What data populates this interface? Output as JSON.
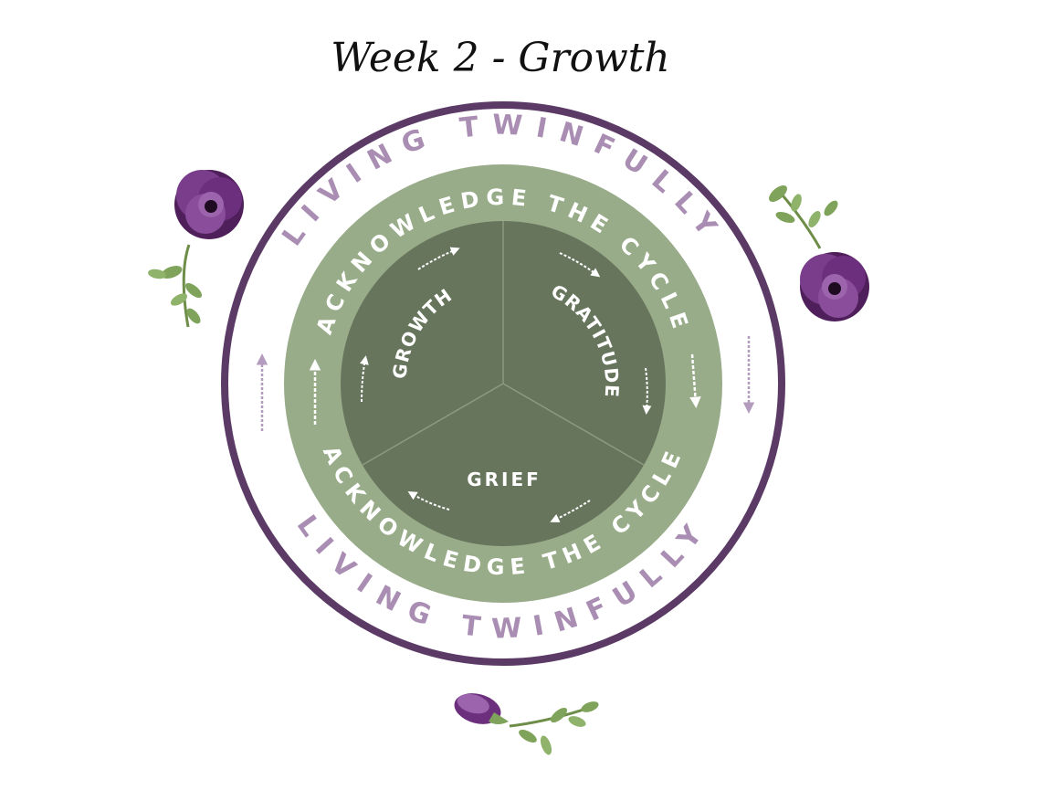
{
  "title": "Week 2 - Growth",
  "outer_ring": {
    "top_label": "LIVING TWINFULLY",
    "bottom_label": "LIVING TWINFULLY"
  },
  "middle_ring": {
    "top_label": "ACKNOWLEDGE THE CYCLE",
    "bottom_label": "ACKNOWLEDGE THE CYCLE"
  },
  "segments": [
    {
      "label": "GROWTH"
    },
    {
      "label": "GRATITUDE"
    },
    {
      "label": "GRIEF"
    }
  ],
  "colors": {
    "outer_border": "#5b3a66",
    "outer_text": "#a98db3",
    "outer_arrows": "#b39cbd",
    "middle_ring": "#98ac8a",
    "inner_circle": "#67755d",
    "divider": "#8c9a82",
    "inner_text": "#ffffff",
    "flower_dark": "#4e1f5a",
    "flower_mid": "#7a3d8b",
    "flower_light": "#9c64ad",
    "leaf": "#7fa35a",
    "stem": "#6d8d48"
  },
  "decorations": [
    "flower-icon",
    "bud-icon",
    "leaf-sprig-icon"
  ]
}
